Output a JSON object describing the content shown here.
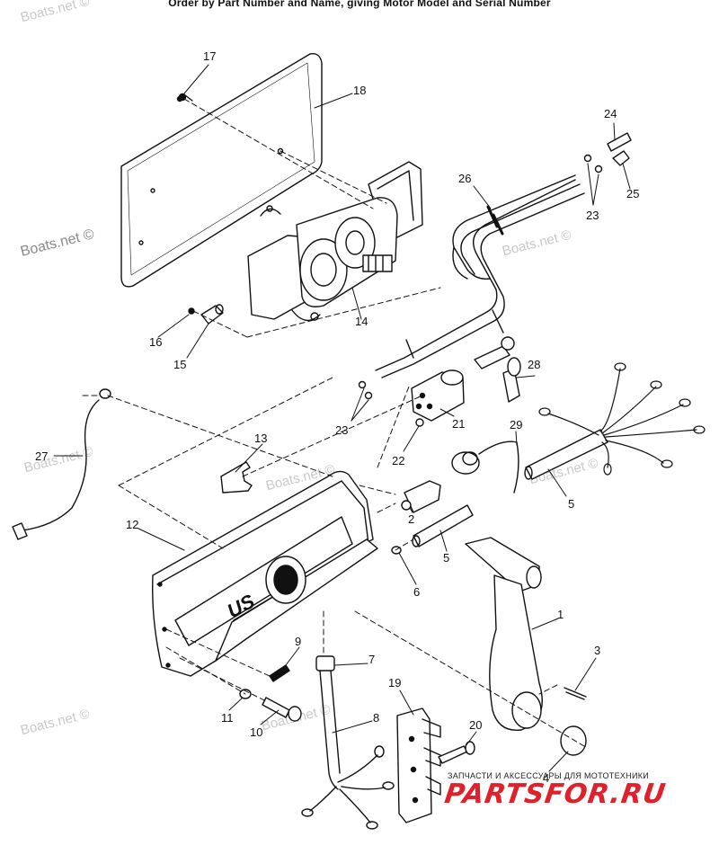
{
  "header": "Order by Part Number and Name, giving Motor Model and Serial Number",
  "watermark": "Boats.net ©",
  "shop": {
    "tagline": "ЗАПЧАСТИ И АКСЕССУАРЫ ДЛЯ МОТОТЕХНИКИ",
    "logo": "PARTSFOR.RU",
    "color": "#e0202a"
  },
  "callouts": [
    "1",
    "2",
    "3",
    "4",
    "5",
    "5",
    "6",
    "7",
    "8",
    "9",
    "10",
    "11",
    "12",
    "13",
    "14",
    "15",
    "16",
    "17",
    "18",
    "19",
    "20",
    "21",
    "22",
    "23",
    "23",
    "24",
    "25",
    "26",
    "27",
    "28",
    "29"
  ],
  "emblem": "US"
}
